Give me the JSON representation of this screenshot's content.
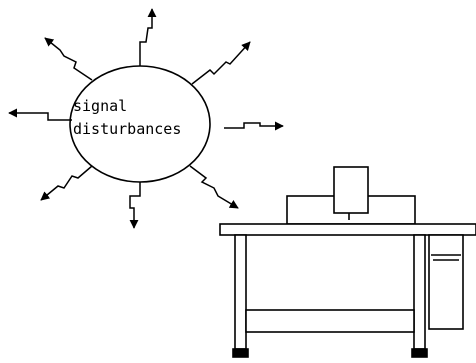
{
  "label": {
    "line1": "signal",
    "line2": "disturbances"
  },
  "colors": {
    "stroke": "#000000",
    "background": "#ffffff"
  },
  "icons": {
    "arrows": "zigzag-arrow-icon",
    "machine": "sewing-machine-table"
  }
}
